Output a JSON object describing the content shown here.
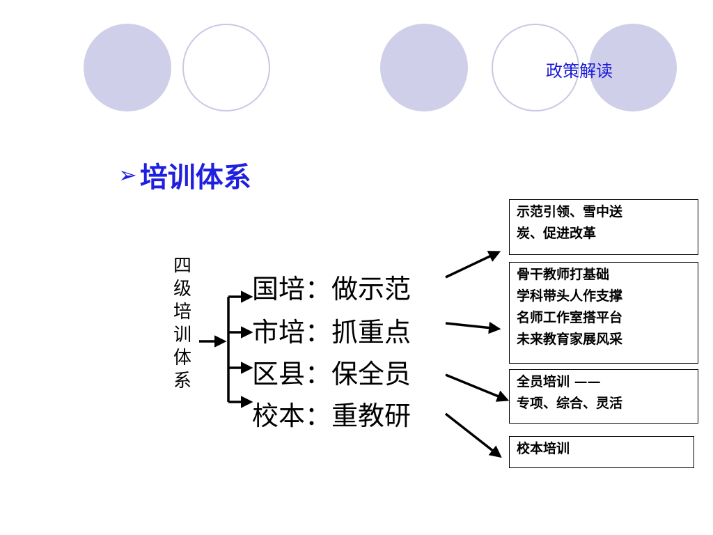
{
  "header": {
    "label": "政策解读"
  },
  "title": {
    "bullet": "➢",
    "text": "培训体系"
  },
  "vertical_label": [
    "四",
    "级",
    "培",
    "训",
    "体",
    "系"
  ],
  "levels": [
    {
      "text": "国培：做示范"
    },
    {
      "text": "市培：抓重点"
    },
    {
      "text": "区县：保全员"
    },
    {
      "text": "校本：重教研"
    }
  ],
  "boxes": [
    {
      "lines": [
        "示范引领、雪中送",
        "炭、促进改革"
      ]
    },
    {
      "lines": [
        "骨干教师打基础",
        "学科带头人作支撑",
        "名师工作室搭平台",
        "未来教育家展风采"
      ]
    },
    {
      "lines": [
        "全员培训 ——",
        "专项、综合、灵活"
      ]
    },
    {
      "lines": [
        "校本培训"
      ]
    }
  ],
  "colors": {
    "accent": "#1f1fe0",
    "circle_fill": "#cfcfea",
    "circle_outline": "#c8c8e6"
  }
}
